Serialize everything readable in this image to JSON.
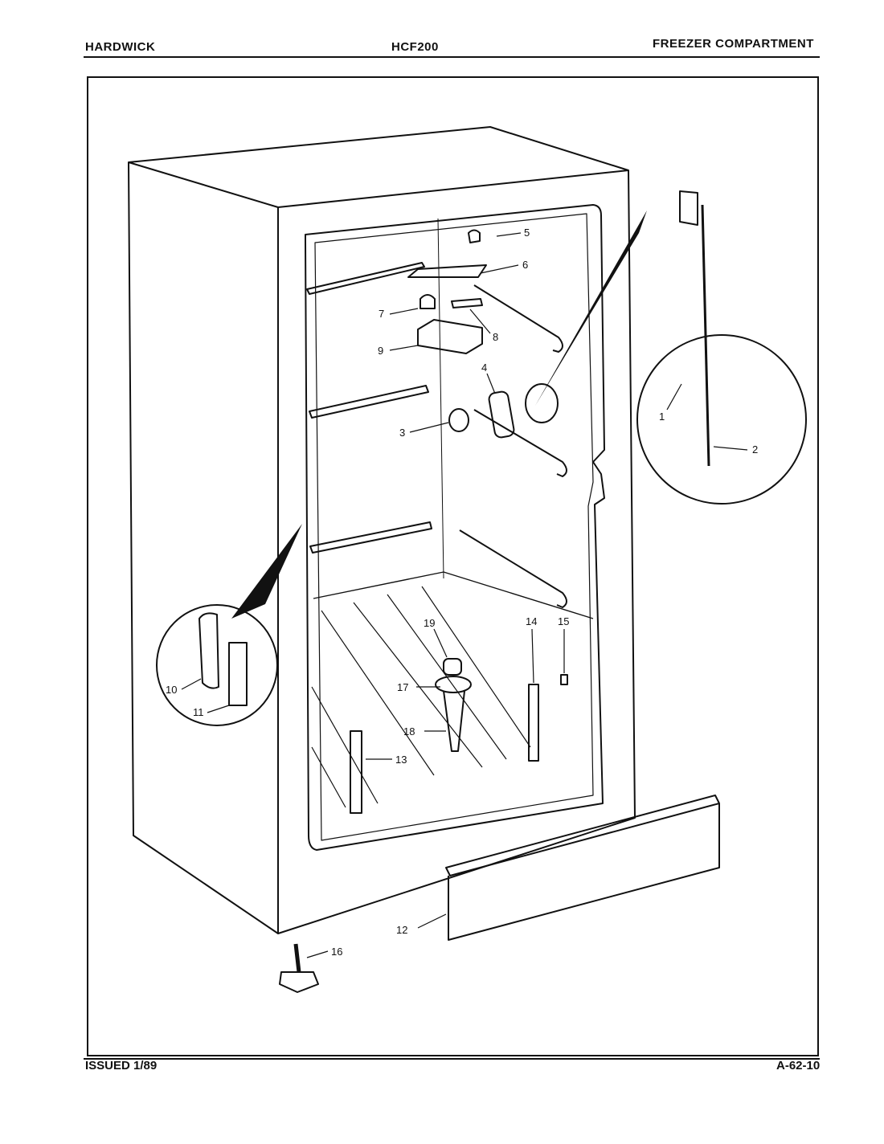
{
  "header": {
    "brand": "HARDWICK",
    "model": "HCF200",
    "section": "FREEZER COMPARTMENT"
  },
  "footer": {
    "issued": "ISSUED 1/89",
    "code": "A-62-10"
  },
  "callouts": [
    {
      "id": "c1",
      "text": "1"
    },
    {
      "id": "c2",
      "text": "2"
    },
    {
      "id": "c3",
      "text": "3"
    },
    {
      "id": "c4",
      "text": "4"
    },
    {
      "id": "c5",
      "text": "5"
    },
    {
      "id": "c6",
      "text": "6"
    },
    {
      "id": "c7",
      "text": "7"
    },
    {
      "id": "c8",
      "text": "8"
    },
    {
      "id": "c9",
      "text": "9"
    },
    {
      "id": "c10",
      "text": "10"
    },
    {
      "id": "c11",
      "text": "11"
    },
    {
      "id": "c12",
      "text": "12"
    },
    {
      "id": "c13",
      "text": "13"
    },
    {
      "id": "c14",
      "text": "14"
    },
    {
      "id": "c15",
      "text": "15"
    },
    {
      "id": "c16",
      "text": "16"
    },
    {
      "id": "c17",
      "text": "17"
    },
    {
      "id": "c18",
      "text": "18"
    },
    {
      "id": "c19",
      "text": "19"
    }
  ]
}
